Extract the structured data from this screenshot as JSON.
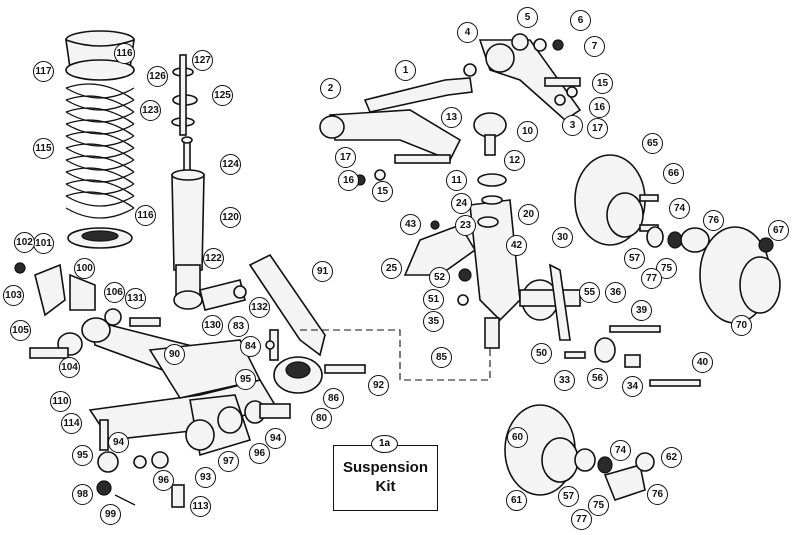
{
  "kit": {
    "number": "1a",
    "line1": "Suspension",
    "line2": "Kit"
  },
  "callouts": [
    "1",
    "2",
    "3",
    "4",
    "5",
    "6",
    "7",
    "10",
    "11",
    "12",
    "13",
    "15",
    "15",
    "16",
    "16",
    "17",
    "17",
    "20",
    "23",
    "24",
    "25",
    "30",
    "33",
    "34",
    "35",
    "36",
    "39",
    "40",
    "42",
    "43",
    "50",
    "51",
    "52",
    "55",
    "56",
    "57",
    "57",
    "60",
    "61",
    "62",
    "65",
    "66",
    "67",
    "70",
    "74",
    "74",
    "75",
    "75",
    "76",
    "76",
    "77",
    "77",
    "80",
    "83",
    "84",
    "85",
    "86",
    "90",
    "91",
    "92",
    "93",
    "94",
    "94",
    "95",
    "95",
    "96",
    "96",
    "97",
    "98",
    "99",
    "100",
    "101",
    "102",
    "103",
    "104",
    "105",
    "106",
    "110",
    "113",
    "114",
    "115",
    "116",
    "116",
    "117",
    "120",
    "122",
    "123",
    "124",
    "125",
    "126",
    "127",
    "130",
    "131",
    "132"
  ]
}
